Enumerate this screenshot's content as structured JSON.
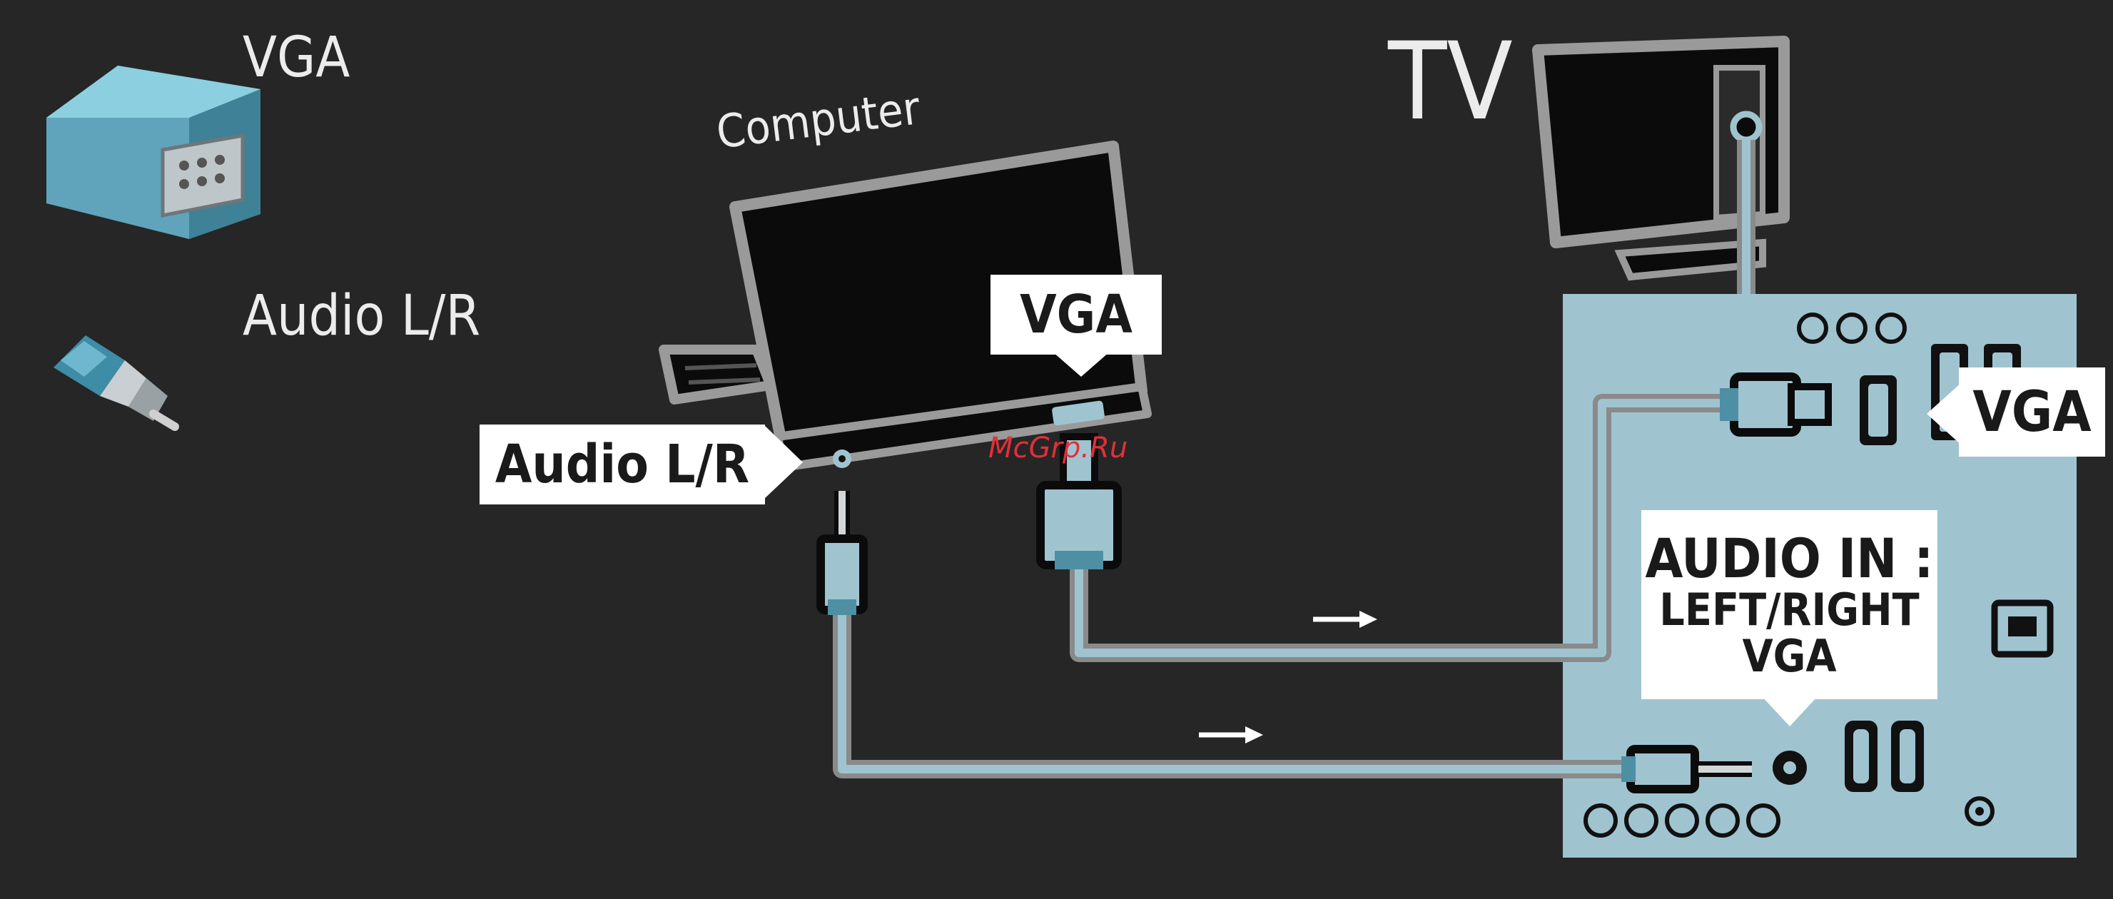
{
  "legend": {
    "vga_label": "VGA",
    "audio_label": "Audio L/R",
    "vga_icon": "vga-connector-icon",
    "audio_icon": "rca-jack-icon"
  },
  "computer": {
    "title": "Computer",
    "vga_port_label": "VGA",
    "audio_port_label": "Audio L/R"
  },
  "tv": {
    "title": "TV",
    "vga_port_label": "VGA",
    "audio_in_label": "AUDIO IN :",
    "audio_in_sub1": "LEFT/RIGHT",
    "audio_in_sub2": "VGA"
  },
  "watermark": "McGrp.Ru",
  "colors": {
    "background": "#262626",
    "panel": "#9fc4d0",
    "cable": "#9fc4d0",
    "device_fill": "#0b0b0b",
    "device_outline": "#9a9a9a",
    "label_box": "#ffffff",
    "watermark": "#e0303a"
  }
}
